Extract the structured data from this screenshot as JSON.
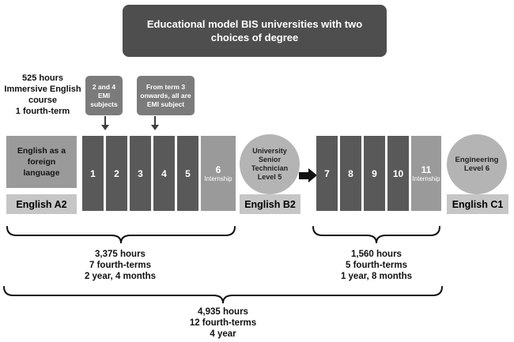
{
  "title": {
    "text": "Educational model BIS universities with two choices of degree"
  },
  "left_note": {
    "lines": [
      "525 hours",
      "Immersive English",
      "course",
      "1 fourth-term"
    ]
  },
  "callout_emi": {
    "lines": [
      "2 and 4",
      "EMI",
      "subjects"
    ]
  },
  "callout_term3": {
    "lines": [
      "From term 3",
      "onwards, all are",
      "EMI subject"
    ]
  },
  "english_foreign": {
    "lines": [
      "English as a",
      "foreign",
      "language"
    ]
  },
  "levels": {
    "a2": "English A2",
    "b2": "English B2",
    "c1": "English C1"
  },
  "stage1": {
    "terms": [
      "1",
      "2",
      "3",
      "4",
      "5"
    ],
    "internship_number": "6",
    "internship_label": "Internship"
  },
  "stage2": {
    "terms": [
      "7",
      "8",
      "9",
      "10"
    ],
    "internship_number": "11",
    "internship_label": "Internship"
  },
  "circle_senior": {
    "lines": [
      "University",
      "Senior",
      "Technician",
      "Level 5"
    ]
  },
  "circle_engineering": {
    "lines": [
      "Engineering",
      "Level 6"
    ]
  },
  "summary_stage1": {
    "lines": [
      "3,375 hours",
      "7 fourth-terms",
      "2 year, 4 months"
    ]
  },
  "summary_stage2": {
    "lines": [
      "1,560 hours",
      "5 fourth-terms",
      "1 year, 8 months"
    ]
  },
  "summary_total": {
    "lines": [
      "4,935 hours",
      "12 fourth-terms",
      "4 year"
    ]
  },
  "colors": {
    "title_box": "#4e4e4e",
    "term_bar": "#595959",
    "internship_block": "#9a9a9a",
    "callout": "#7b7b7b",
    "circle": "#b4b4b4",
    "level_box": "#c6c6c6",
    "english_foreign_box": "#9a9a9a",
    "text_dark": "#111111",
    "text_light": "#ffffff"
  }
}
